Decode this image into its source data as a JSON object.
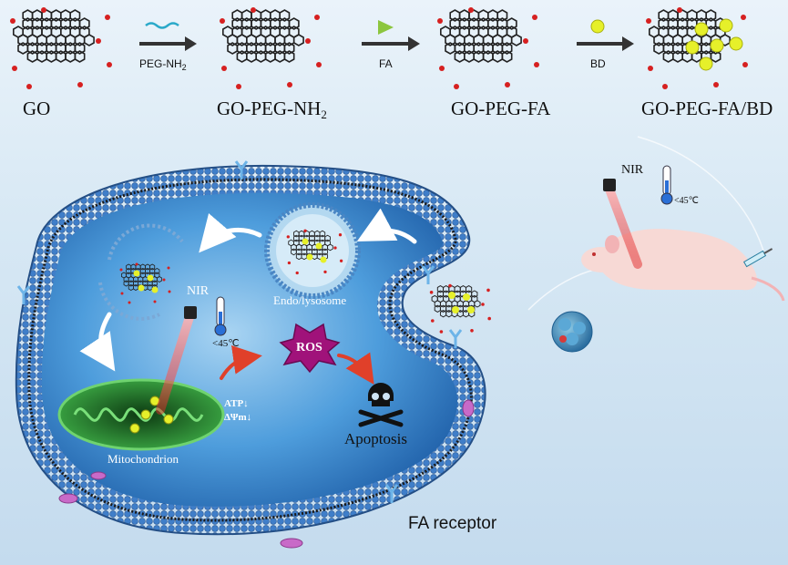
{
  "synthesis": {
    "steps": [
      "GO",
      "GO-PEG-NH",
      "GO-PEG-FA",
      "GO-PEG-FA/BD"
    ],
    "step2_subscript": "2",
    "reagents": [
      {
        "label": "PEG-NH",
        "subscript": "2"
      },
      {
        "label": "FA",
        "subscript": ""
      },
      {
        "label": "BD",
        "subscript": ""
      }
    ]
  },
  "cell": {
    "nir_label": "NIR",
    "temp_label": "<45℃",
    "ros_label": "ROS",
    "atp_label": "ATP↓",
    "mmp_label": "ΔΨm↓",
    "mito_label": "Mitochondrion",
    "endo_label": "Endo/lysosome",
    "apoptosis_label": "Apoptosis",
    "receptor_label": "FA receptor"
  },
  "mouse": {
    "nir_label": "NIR",
    "temp_label": "<45℃"
  },
  "colors": {
    "membrane": "#3a7bc8",
    "cytoplasm": "#3f8fd6",
    "laser": "#e02a2a",
    "ros": "#a0127a",
    "mitochondrion": "#3aa64a",
    "bd_particle": "#e6f02a",
    "arrow_white": "#ffffff",
    "arrow_red": "#e0402a"
  }
}
